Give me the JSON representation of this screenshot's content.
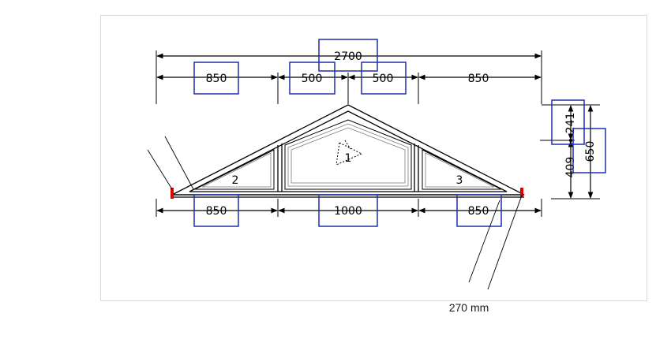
{
  "dimensions": {
    "total_width": "2700",
    "top_left": "850",
    "top_mid_left": "500",
    "top_mid_right": "500",
    "top_right": "850",
    "bottom_left": "850",
    "bottom_mid": "1000",
    "bottom_right": "850",
    "right_top": "241",
    "right_bottom": "409",
    "right_total": "650"
  },
  "panels": {
    "center": "1",
    "left": "2",
    "right": "3"
  },
  "callout": {
    "label": "270 mm"
  },
  "colors": {
    "box": "#1f2fae",
    "marker": "#e00000"
  }
}
